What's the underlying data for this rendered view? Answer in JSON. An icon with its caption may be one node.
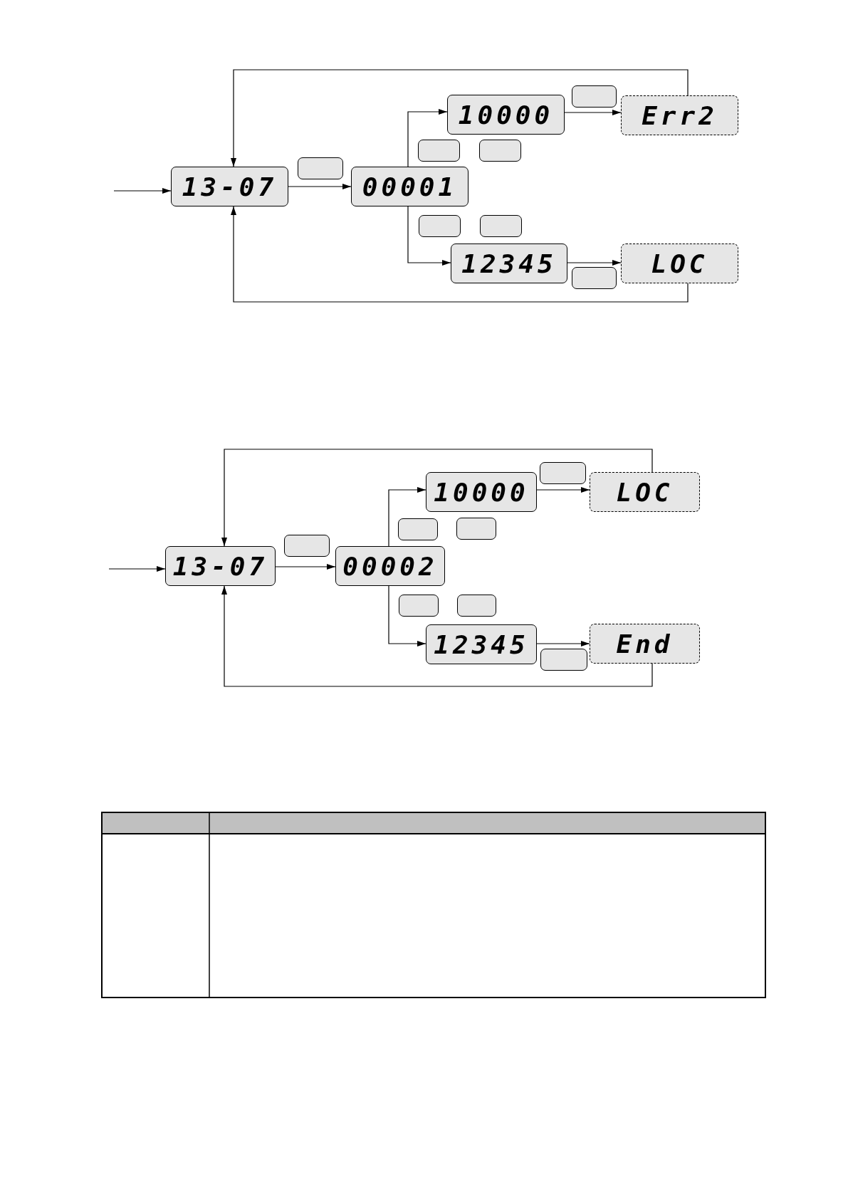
{
  "diagram": {
    "nodes": [
      {
        "text": [
          "13-07"
        ]
      },
      {
        "text": [
          "00001"
        ]
      },
      {
        "text": [
          "10000"
        ]
      },
      {
        "text": [
          "Err2"
        ]
      },
      {
        "text": [
          "12345"
        ]
      },
      {
        "text": [
          "LOC"
        ]
      },
      {
        "text": [],
        "shape": "box"
      },
      {
        "text": [],
        "shape": "box"
      },
      {
        "text": [],
        "shape": "box"
      },
      {
        "text": [],
        "shape": "box"
      },
      {
        "text": [],
        "shape": "box"
      },
      {
        "text": [],
        "shape": "box"
      },
      {
        "text": [],
        "shape": "box"
      },
      {
        "text": [
          "13-07"
        ]
      },
      {
        "text": [
          "00002"
        ]
      },
      {
        "text": [
          "10000"
        ]
      },
      {
        "text": [
          "LOC"
        ]
      },
      {
        "text": [
          "12345"
        ]
      },
      {
        "text": [
          "End"
        ]
      },
      {
        "text": [],
        "shape": "box"
      },
      {
        "text": [],
        "shape": "box"
      },
      {
        "text": [],
        "shape": "box"
      },
      {
        "text": [],
        "shape": "box"
      },
      {
        "text": [],
        "shape": "box"
      },
      {
        "text": [],
        "shape": "box"
      },
      {
        "text": [],
        "shape": "box"
      }
    ],
    "edges": [
      {
        "from": null,
        "to": 0,
        "arrow": "to"
      },
      {
        "from": 0,
        "to": 1,
        "arrow": "to"
      },
      {
        "from": 1,
        "to": 2,
        "arrow": "to"
      },
      {
        "from": 1,
        "to": 4,
        "arrow": "to"
      },
      {
        "from": 2,
        "to": 3,
        "arrow": "to"
      },
      {
        "from": 4,
        "to": 5,
        "arrow": "to"
      },
      {
        "from": 3,
        "to": 0,
        "arrow": "to"
      },
      {
        "from": 5,
        "to": 0,
        "arrow": "to"
      },
      {
        "from": null,
        "to": 13,
        "arrow": "to"
      },
      {
        "from": 13,
        "to": 14,
        "arrow": "to"
      },
      {
        "from": 14,
        "to": 15,
        "arrow": "to"
      },
      {
        "from": 14,
        "to": 17,
        "arrow": "to"
      },
      {
        "from": 15,
        "to": 16,
        "arrow": "to"
      },
      {
        "from": 17,
        "to": 18,
        "arrow": "to"
      },
      {
        "from": 16,
        "to": 13,
        "arrow": "to"
      },
      {
        "from": 18,
        "to": 13,
        "arrow": "to"
      }
    ]
  }
}
